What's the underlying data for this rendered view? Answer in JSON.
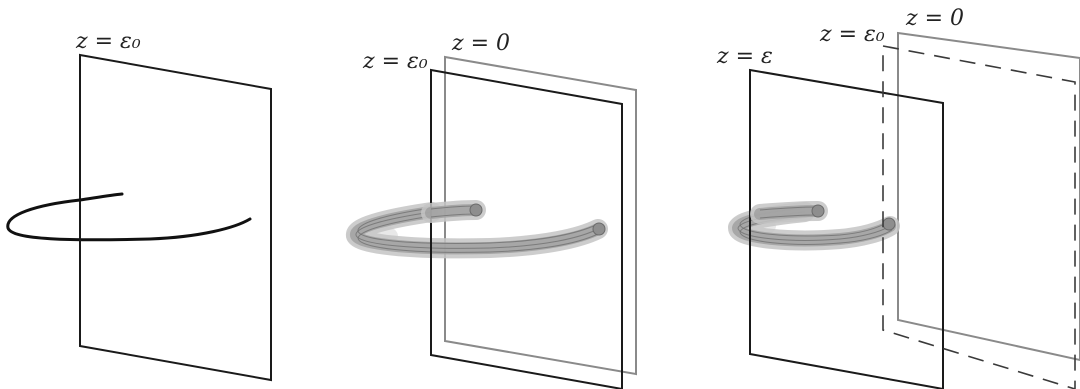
{
  "panels": [
    {
      "labels": {
        "front": "z = ε₀"
      }
    },
    {
      "labels": {
        "back": "z = 0",
        "front": "z = ε₀"
      }
    },
    {
      "labels": {
        "back": "z = 0",
        "middle": "z = ε₀",
        "front": "z = ε"
      }
    }
  ],
  "colors": {
    "front_plane": "#1a1a1a",
    "back_plane": "#8a8a8a",
    "curve": "#111111",
    "tube": "#9e9e9e"
  }
}
